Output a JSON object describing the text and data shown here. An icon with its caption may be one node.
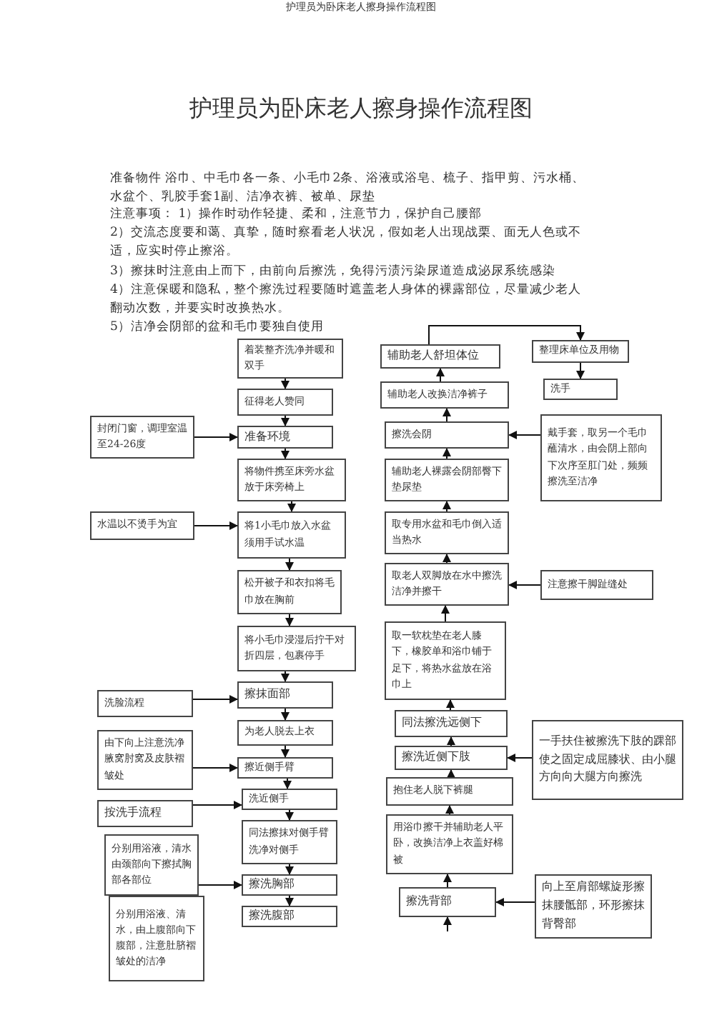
{
  "diagram": {
    "title": "护理员为卧床老人擦身操作流程图",
    "nodes": [
      {
        "text": [
          "着装整齐洗净并暖和双手"
        ]
      },
      {
        "text": [
          "征得老人赞同"
        ]
      },
      {
        "text": [
          "准备环境"
        ]
      },
      {
        "text": [
          "将物件携至床旁水盆放于床旁椅上"
        ]
      },
      {
        "text": [
          "将1小毛巾放入水盆须用手试水温"
        ]
      },
      {
        "text": [
          "松开被子和衣扣将毛巾放在胸前"
        ]
      },
      {
        "text": [
          "将小毛巾浸湿后拧干对折四层，包裹停手"
        ]
      },
      {
        "text": [
          "封闭门窗，调理室温至24-26度"
        ]
      },
      {
        "text": [
          "水温以不烫手为宜"
        ]
      },
      {
        "text": [
          "擦抹面部"
        ]
      },
      {
        "text": [
          "为老人脱去上衣"
        ]
      },
      {
        "text": [
          "擦近侧手臂"
        ]
      },
      {
        "text": [
          "洗近侧手"
        ]
      },
      {
        "text": [
          "同法擦抹对侧手臂洗净对侧手"
        ]
      },
      {
        "text": [
          "擦洗胸部"
        ]
      },
      {
        "text": [
          "擦洗腹部"
        ]
      },
      {
        "text": [
          "洗脸流程"
        ]
      },
      {
        "text": [
          "由下向上注意洗净腋窝肘窝及皮肤褶皱处"
        ]
      },
      {
        "text": [
          "按洗手流程"
        ]
      },
      {
        "text": [
          "分别用浴液，清水由颈部向下擦拭胸部各部位"
        ]
      },
      {
        "text": [
          "分别用浴液、清水，由上腹部向下腹部，注意肚脐褶皱处的洁净"
        ]
      },
      {
        "text": [
          "辅助老人舒坦体位"
        ]
      },
      {
        "text": [
          "整理床单位及用物"
        ]
      },
      {
        "text": [
          "洗手"
        ]
      },
      {
        "text": [
          "辅助老人改换洁净裤子"
        ]
      },
      {
        "text": [
          "擦洗会阴"
        ]
      },
      {
        "text": [
          "戴手套，取另一个毛巾蘸清水，由会阴上部向下次序至肛门处，频频擦洗至洁净"
        ]
      },
      {
        "text": [
          "辅助老人裸露会阴部臀下垫尿垫"
        ]
      },
      {
        "text": [
          "取专用水盆和毛巾倒入适当热水"
        ]
      },
      {
        "text": [
          "取老人双脚放在水中擦洗洁净并擦干"
        ]
      },
      {
        "text": [
          "注意擦干脚趾缝处"
        ]
      },
      {
        "text": [
          "取一软枕垫在老人膝下，橡胶单和浴巾铺于足下，将热水盆放在浴巾上"
        ]
      },
      {
        "text": [
          "同法擦洗远侧下"
        ]
      },
      {
        "text": [
          "擦洗近侧下肢"
        ]
      },
      {
        "text": [
          "一手扶住被擦洗下肢的踝部使之固定成屈膝状、由小腿方向向大腿方向擦洗"
        ]
      },
      {
        "text": [
          "抱住老人脱下裤腿"
        ]
      },
      {
        "text": [
          "用浴巾擦干并辅助老人平卧，改换洁净上衣盖好棉被"
        ]
      },
      {
        "text": [
          "擦洗背部"
        ]
      },
      {
        "text": [
          "向上至肩部螺旋形擦抹腰骶部，环形擦抹背臀部"
        ]
      }
    ],
    "edges": [
      {
        "from": 0,
        "to": 1,
        "arrow": "to"
      },
      {
        "from": 1,
        "to": 2,
        "arrow": "to"
      },
      {
        "from": 2,
        "to": 3,
        "arrow": "to"
      },
      {
        "from": 3,
        "to": 4,
        "arrow": "to"
      },
      {
        "from": 4,
        "to": 5,
        "arrow": "to"
      },
      {
        "from": 5,
        "to": 6,
        "arrow": "to"
      },
      {
        "from": 6,
        "to": 9,
        "arrow": "to"
      },
      {
        "from": 9,
        "to": 10,
        "arrow": "to"
      },
      {
        "from": 10,
        "to": 11,
        "arrow": "to"
      },
      {
        "from": 11,
        "to": 12,
        "arrow": "to"
      },
      {
        "from": 12,
        "to": 13,
        "arrow": "to"
      },
      {
        "from": 13,
        "to": 14,
        "arrow": "to"
      },
      {
        "from": 14,
        "to": 15,
        "arrow": "to"
      },
      {
        "from": null,
        "to": 37,
        "arrow": "to"
      },
      {
        "from": 37,
        "to": 36,
        "arrow": "to"
      },
      {
        "from": 36,
        "to": 35,
        "arrow": "to"
      },
      {
        "from": 35,
        "to": 33,
        "arrow": "to"
      },
      {
        "from": 33,
        "to": 32,
        "arrow": "to"
      },
      {
        "from": 32,
        "to": 31,
        "arrow": "to"
      },
      {
        "from": 31,
        "to": 29,
        "arrow": "to"
      },
      {
        "from": 29,
        "to": 28,
        "arrow": "to"
      },
      {
        "from": 28,
        "to": 27,
        "arrow": "to"
      },
      {
        "from": 27,
        "to": 25,
        "arrow": "to"
      },
      {
        "from": 25,
        "to": 24,
        "arrow": "to"
      },
      {
        "from": 24,
        "to": 21,
        "arrow": "to"
      },
      {
        "from": 21,
        "to": 22,
        "arrow": "to"
      },
      {
        "from": 22,
        "to": 23,
        "arrow": "to"
      },
      {
        "from": 7,
        "to": 2,
        "arrow": "to"
      },
      {
        "from": 8,
        "to": 4,
        "arrow": "to"
      },
      {
        "from": 16,
        "to": 9,
        "arrow": "to"
      },
      {
        "from": 17,
        "to": 11,
        "arrow": "to"
      },
      {
        "from": 18,
        "to": 12,
        "arrow": "to"
      },
      {
        "from": 19,
        "to": 14,
        "arrow": "to"
      },
      {
        "from": 26,
        "to": 25,
        "arrow": "to"
      },
      {
        "from": 30,
        "to": 29,
        "arrow": "to"
      },
      {
        "from": 34,
        "to": 33,
        "arrow": "to"
      },
      {
        "from": 38,
        "to": 37,
        "arrow": "to"
      }
    ],
    "labels": [
      "护理员为卧床老人擦身操作流程图",
      "准备物件 浴巾、中毛巾各一条、小毛巾2条、浴液或浴皂、梳子、指甲剪、污水桶、水盆个、乳胶手套1副、洁净衣裤、被单、尿垫",
      "注意事项： 1）操作时动作轻捷、柔和，注意节力，保护自己腰部",
      "2）交流态度要和蔼、真挚，随时察看老人状况，假如老人出现战栗、面无人色或不适，应实时停止擦浴。",
      "3）擦抹时注意由上而下，由前向后擦洗，免得污渍污染尿道造成泌尿系统感染",
      "4）注意保暖和隐私，整个擦洗过程要随时遮盖老人身体的裸露部位，尽量减少老人翻动次数，并要实时改换热水。",
      "5）洁净会阴部的盆和毛巾要独自使用"
    ]
  }
}
